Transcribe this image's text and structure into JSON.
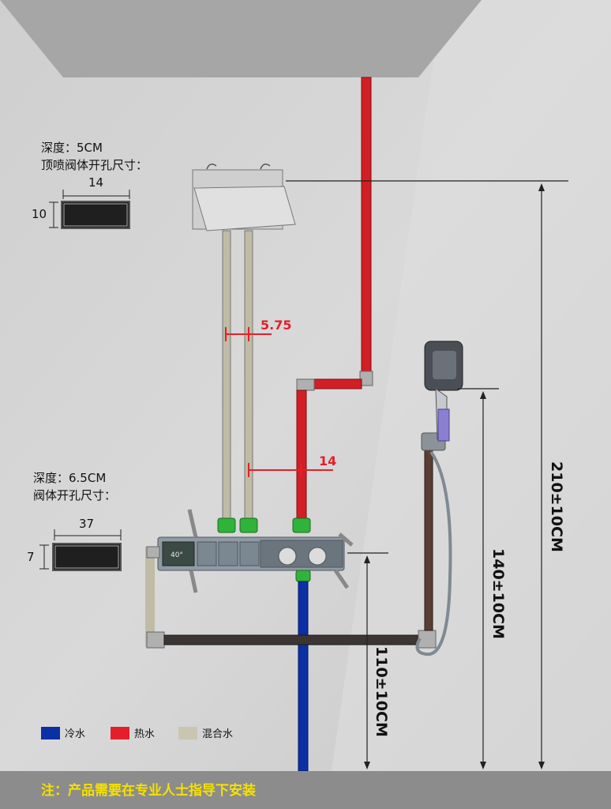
{
  "top_spec": {
    "depth": "深度：5CM",
    "title": "顶喷阀体开孔尺寸："
  },
  "top_hole": {
    "width_label": "14",
    "height_label": "10"
  },
  "valve_spec": {
    "depth": "深度：6.5CM",
    "title": "阀体开孔尺寸："
  },
  "valve_hole": {
    "width_label": "37",
    "height_label": "7"
  },
  "pipe_spacing": "5.75",
  "pipe_offset": "14",
  "panel": {
    "temp_display": "40°"
  },
  "heights": {
    "total": "210±10CM",
    "handshower": "140±10CM",
    "valve": "110±10CM"
  },
  "legend": [
    {
      "label": "冷水",
      "color": "#0b2fa5"
    },
    {
      "label": "热水",
      "color": "#e3202a"
    },
    {
      "label": "混合水",
      "color": "#c9c5b0"
    }
  ],
  "footer": {
    "note": "注：产品需要在专业人士指导下安装"
  },
  "colors": {
    "cold": "#0b2fa5",
    "hot": "#d11f25",
    "mixed": "#bfbba5",
    "connector": "#2fb33a",
    "ceiling": "#a6a6a6"
  }
}
